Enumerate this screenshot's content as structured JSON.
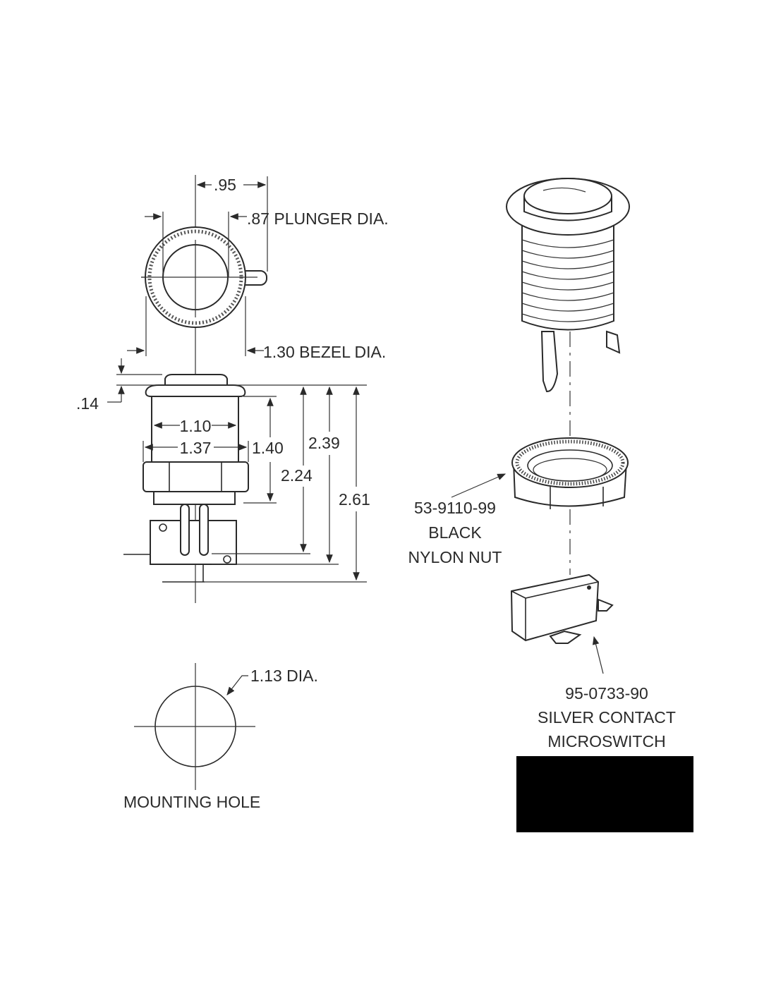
{
  "top_view": {
    "dim_overall": ".95",
    "plunger_dia": ".87 PLUNGER DIA.",
    "bezel_dia": "1.30 BEZEL DIA."
  },
  "side_view": {
    "flange_height": ".14",
    "body_width_inner": "1.10",
    "body_width_outer": "1.37",
    "thread_length": "1.40",
    "height_to_switch": "2.24",
    "height_to_switch_bottom": "2.39",
    "overall_height": "2.61"
  },
  "mounting_hole": {
    "dia": "1.13 DIA.",
    "caption": "MOUNTING HOLE"
  },
  "parts": {
    "nut": {
      "part_no": "53-9110-99",
      "line1": "BLACK",
      "line2": "NYLON NUT"
    },
    "switch": {
      "part_no": "95-0733-90",
      "line1": "SILVER CONTACT",
      "line2": "MICROSWITCH"
    }
  },
  "colors": {
    "line": "#2a2a2a",
    "block": "#000000"
  }
}
